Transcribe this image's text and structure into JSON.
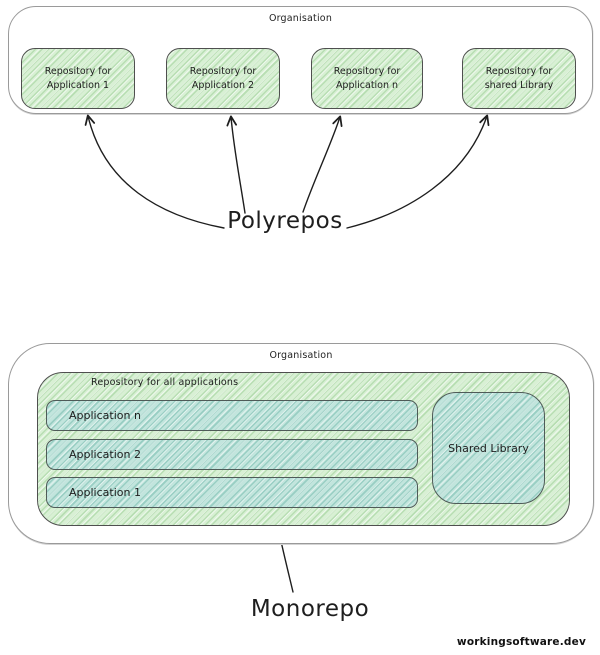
{
  "polyrepos": {
    "organisation_label": "Organisation",
    "repositories": [
      {
        "line1": "Repository for",
        "line2": "Application 1"
      },
      {
        "line1": "Repository for",
        "line2": "Application 2"
      },
      {
        "line1": "Repository for",
        "line2": "Application n"
      },
      {
        "line1": "Repository for",
        "line2": "shared Library"
      }
    ],
    "caption": "Polyrepos"
  },
  "monorepo": {
    "organisation_label": "Organisation",
    "repository_label": "Repository for all applications",
    "applications": [
      "Application n",
      "Application 2",
      "Application 1"
    ],
    "shared_library": "Shared Library",
    "caption": "Monorepo"
  },
  "watermark": "workingsoftware.dev",
  "colors": {
    "green_fill": "#d8f0d4",
    "green_hatch": "#6eb466",
    "teal_fill": "#c2e5dd",
    "teal_hatch": "#3a9888",
    "outer_box_stroke": "#9a9a9a",
    "inner_box_stroke": "#4f4f4f",
    "ink": "#1e1e1e"
  }
}
